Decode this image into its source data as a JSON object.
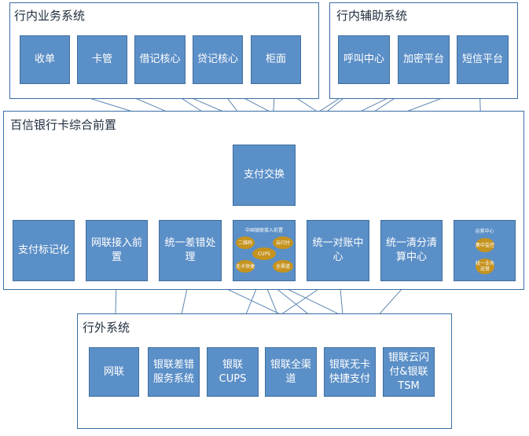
{
  "groups": {
    "internal_business": "行内业务系统",
    "internal_aux": "行内辅助系统",
    "front": "百信银行卡综合前置",
    "external": "行外系统"
  },
  "nodes": {
    "shoudan": "收单",
    "kaguan": "卡管",
    "jieji": "借记核心",
    "daiji": "贷记核心",
    "guimian": "柜面",
    "hujiao": "呼叫中心",
    "jiami": "加密平台",
    "duanxin": "短信平台",
    "zhifu_jiaohuan": "支付交换",
    "biaojihua": "支付标记化",
    "wanglian_qianzhi": "网联接入前置",
    "chacuo": "统一差错处理",
    "duizhang": "统一对账中心",
    "qingsuan": "统一清分清算中心",
    "wanglian": "网联",
    "yinlian_chacuo": "银联差错服务系统",
    "cups": "银联CUPS",
    "quanqudao": "银联全渠道",
    "wuka": "银联无卡快捷支付",
    "yunshanfu": "银联云闪付&银联TSM"
  },
  "yinlian_access": {
    "title": "中国银联接入前置",
    "items": [
      "二维码",
      "云闪付",
      "CUPS",
      "无卡快捷",
      "全渠道"
    ]
  },
  "business_center": {
    "title": "运营中心",
    "items": [
      "集中监控",
      "统一业务运营"
    ]
  },
  "colors": {
    "node_fill": "#5b8fc7",
    "node_border": "#3f6e9f",
    "group_border": "#3a6ea5",
    "oval_fill": "#c5931f",
    "line": "#5f86b3"
  }
}
